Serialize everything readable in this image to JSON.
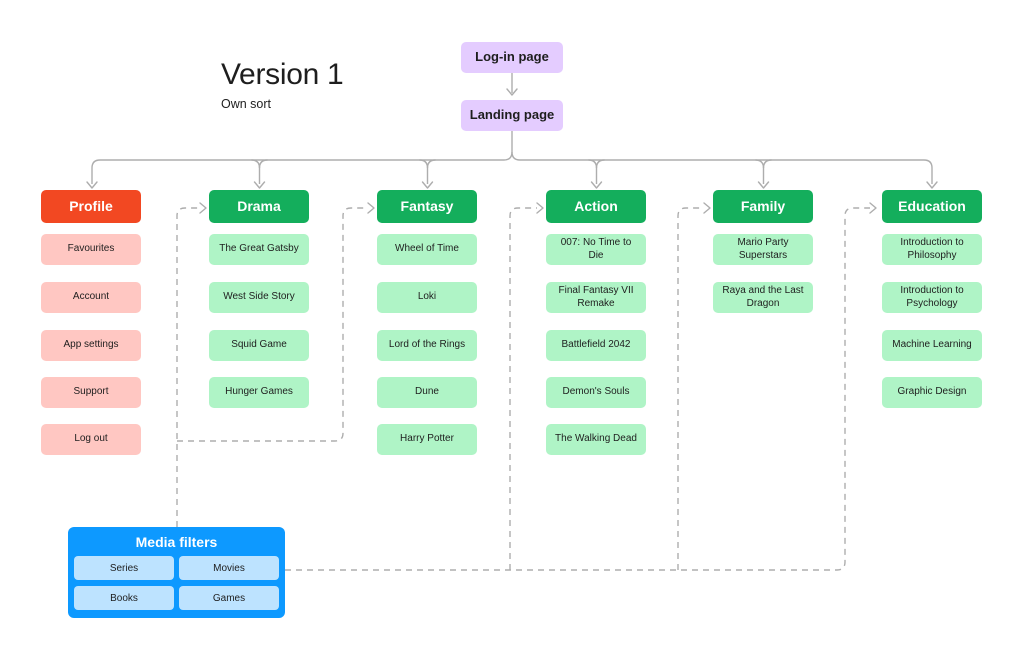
{
  "title": {
    "heading": "Version 1",
    "subheading": "Own sort"
  },
  "flow": {
    "login_label": "Log-in page",
    "landing_label": "Landing page"
  },
  "columns": [
    {
      "id": "profile",
      "label": "Profile",
      "theme": "red",
      "items": [
        "Favourites",
        "Account",
        "App settings",
        "Support",
        "Log out"
      ]
    },
    {
      "id": "drama",
      "label": "Drama",
      "theme": "green",
      "items": [
        "The Great Gatsby",
        "West Side Story",
        "Squid Game",
        "Hunger Games"
      ]
    },
    {
      "id": "fantasy",
      "label": "Fantasy",
      "theme": "green",
      "items": [
        "Wheel of Time",
        "Loki",
        "Lord of the Rings",
        "Dune",
        "Harry Potter"
      ]
    },
    {
      "id": "action",
      "label": "Action",
      "theme": "green",
      "items": [
        "007: No Time to Die",
        "Final Fantasy VII Remake",
        "Battlefield 2042",
        "Demon's Souls",
        "The Walking Dead"
      ]
    },
    {
      "id": "family",
      "label": "Family",
      "theme": "green",
      "items": [
        "Mario Party Superstars",
        "Raya and the Last Dragon"
      ]
    },
    {
      "id": "education",
      "label": "Education",
      "theme": "green",
      "items": [
        "Introduction to Philosophy",
        "Introduction to Psychology",
        "Machine Learning",
        "Graphic Design"
      ]
    }
  ],
  "media_filters": {
    "title": "Media filters",
    "options": [
      "Series",
      "Movies",
      "Books",
      "Games"
    ]
  },
  "colors": {
    "header_red": "#f24822",
    "item_red": "#ffc7c2",
    "header_green": "#14ae5c",
    "item_green": "#aff4c6",
    "flow_purple": "#e4ccff",
    "media_blue": "#0d99ff",
    "media_light_blue": "#bde3ff",
    "connector_gray": "#adadad",
    "text_dark": "#1e1e1e"
  }
}
